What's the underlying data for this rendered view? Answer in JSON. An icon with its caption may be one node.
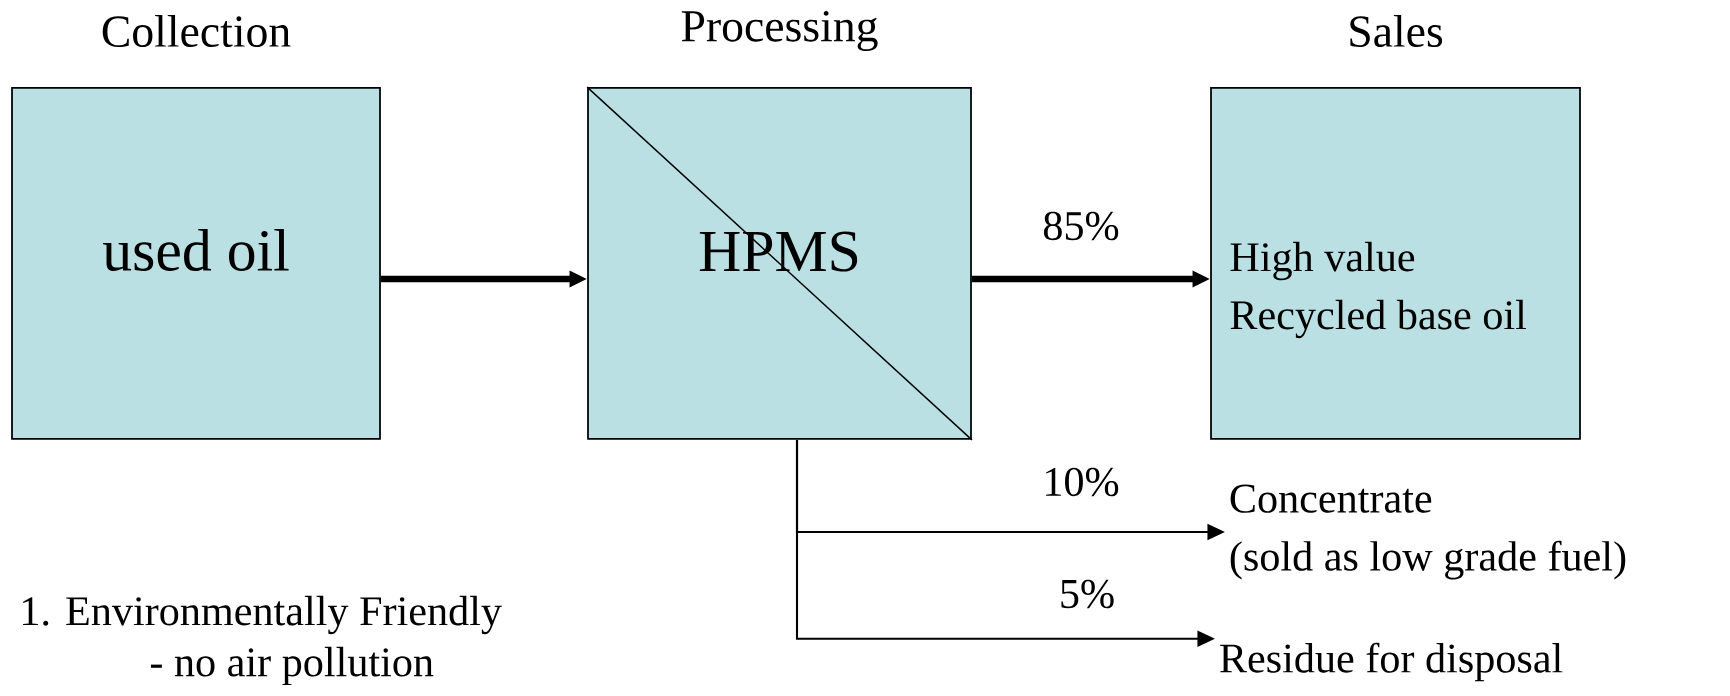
{
  "diagram": {
    "nodes": [
      {
        "text": [
          "Collection",
          "used oil"
        ]
      },
      {
        "text": [
          "Processing",
          "HPMS"
        ]
      },
      {
        "text": [
          "Sales",
          "High value Recycled base oil"
        ]
      },
      {
        "text": [
          "Concentrate (sold as low grade fuel)"
        ]
      },
      {
        "text": [
          "Residue for disposal"
        ]
      }
    ],
    "edges": [
      {
        "from": 0,
        "to": 1,
        "arrow": "to",
        "style": "thick"
      },
      {
        "from": 1,
        "to": 2,
        "arrow": "to",
        "style": "thick",
        "label": "85%"
      },
      {
        "from": 1,
        "to": 3,
        "arrow": "to",
        "label": "10%"
      },
      {
        "from": 1,
        "to": 4,
        "arrow": "to",
        "label": "5%"
      }
    ],
    "labels": [
      "1. Environmentally Friendly",
      "- no air pollution"
    ]
  }
}
